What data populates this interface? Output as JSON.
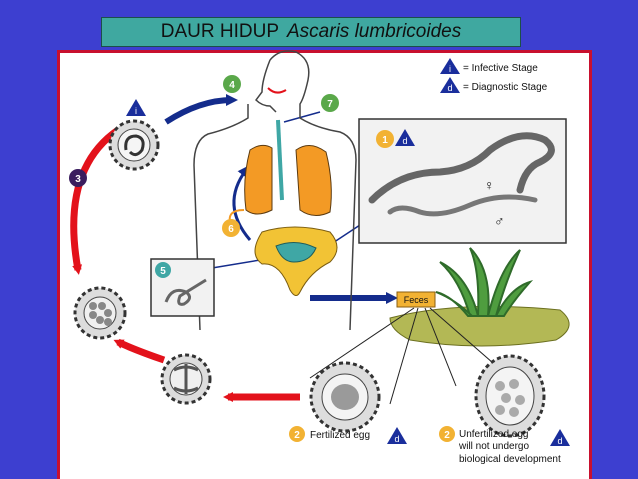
{
  "title": {
    "prefix": "DAUR HIDUP",
    "species": "Ascaris lumbricoides"
  },
  "legend": {
    "infective": {
      "symbol": "i",
      "text": "= Infective Stage"
    },
    "diagnostic": {
      "symbol": "d",
      "text": "= Diagnostic Stage"
    }
  },
  "stages": {
    "s1": "1",
    "s2a": "2",
    "s2b": "2",
    "s3": "3",
    "s4": "4",
    "s5": "5",
    "s6": "6",
    "s7": "7"
  },
  "labels": {
    "feces": "Feces",
    "fertilized": "Fertilized egg",
    "unfertilized_1": "Unfertilized egg",
    "unfertilized_2": "will not undergo",
    "unfertilized_3": "biological development",
    "female": "♀",
    "male": "♂"
  },
  "colors": {
    "background": "#3d3fd0",
    "title_bg": "#3fa8a0",
    "panel_border": "#c8102e",
    "cycle_arrow": "#e3121b",
    "internal_arrow": "#142c8c",
    "stage_badge": "#f2b233",
    "legend_triangle": "#1a2e9c",
    "lungs": "#f39a25",
    "intestine": "#f2c335",
    "stomach_teal": "#3fa7a5",
    "stage3_badge": "#3a1d5e",
    "stage7_badge": "#5aa84a"
  },
  "icons": [
    "infective-triangle-icon",
    "diagnostic-triangle-icon",
    "egg-icon",
    "worm-icon",
    "grass-icon"
  ]
}
